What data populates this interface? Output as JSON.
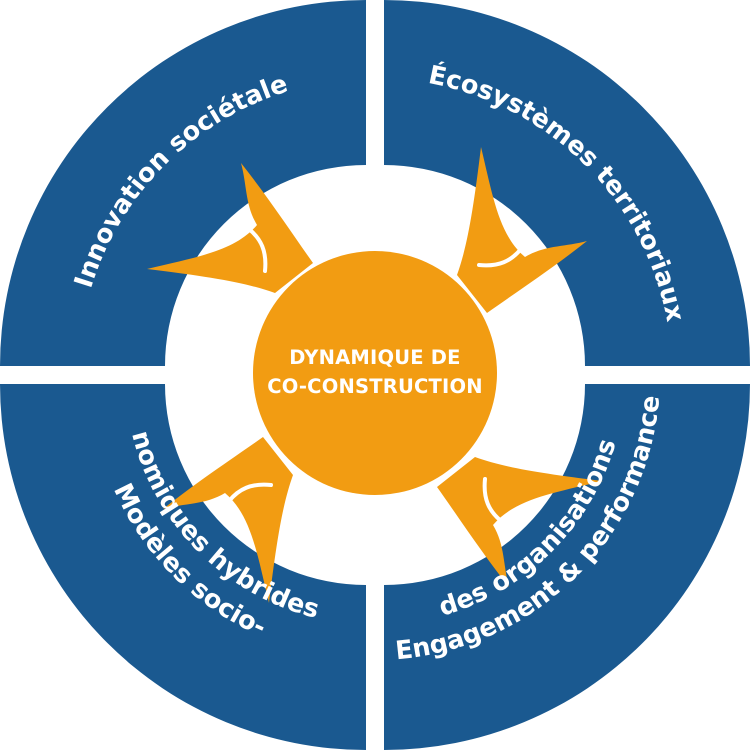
{
  "colors": {
    "quadrant": "#1a5990",
    "core": "#f29c12",
    "gap": "#ffffff",
    "text": "#ffffff"
  },
  "center": {
    "line1": "DYNAMIQUE DE",
    "line2": "CO-CONSTRUCTION"
  },
  "quadrants": {
    "top_left": {
      "line1": "Innovation sociétale"
    },
    "top_right": {
      "line1": "Écosystèmes territoriaux"
    },
    "bottom_left": {
      "line1": "Modèles socio-",
      "line2": "nomiques hybrides"
    },
    "bottom_right": {
      "line1": "Engagement & performance",
      "line2": "des organisations"
    }
  }
}
